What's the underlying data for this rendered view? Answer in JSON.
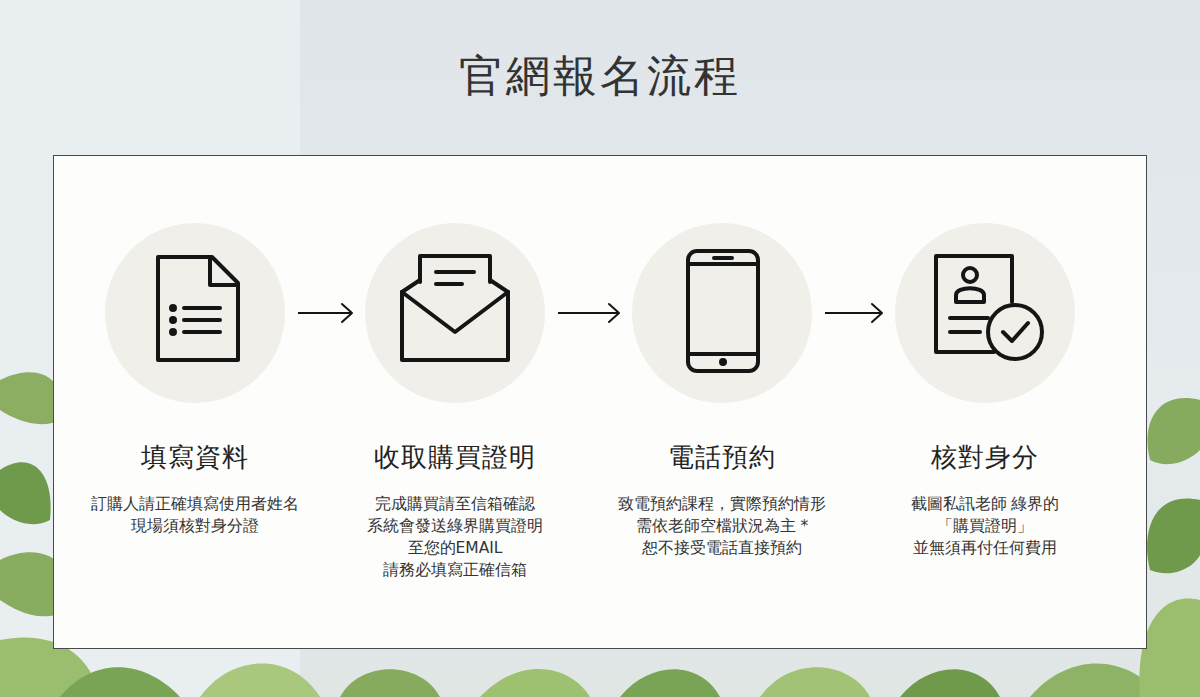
{
  "diagram": {
    "title": "官網報名流程",
    "nodes": [
      {
        "text": [
          "填寫資料",
          "訂購人請正確填寫使用者姓名 現場須核對身分證"
        ]
      },
      {
        "text": [
          "收取購買證明",
          "完成購買請至信箱確認 系統會發送綠界購買證明 至您的EMAIL 請務必填寫正確信箱"
        ]
      },
      {
        "text": [
          "電話預約",
          "致電預約課程，實際預約情形 需依老師空檔狀況為主 *恕不接受電話直接預約"
        ]
      },
      {
        "text": [
          "核對身分",
          "截圖私訊老師 綠界的「購買證明」 並無須再付任何費用"
        ]
      }
    ],
    "edges": [
      {
        "from": 0,
        "to": 1,
        "arrow": "to"
      },
      {
        "from": 1,
        "to": 2,
        "arrow": "to"
      },
      {
        "from": 2,
        "to": 3,
        "arrow": "to"
      }
    ]
  }
}
